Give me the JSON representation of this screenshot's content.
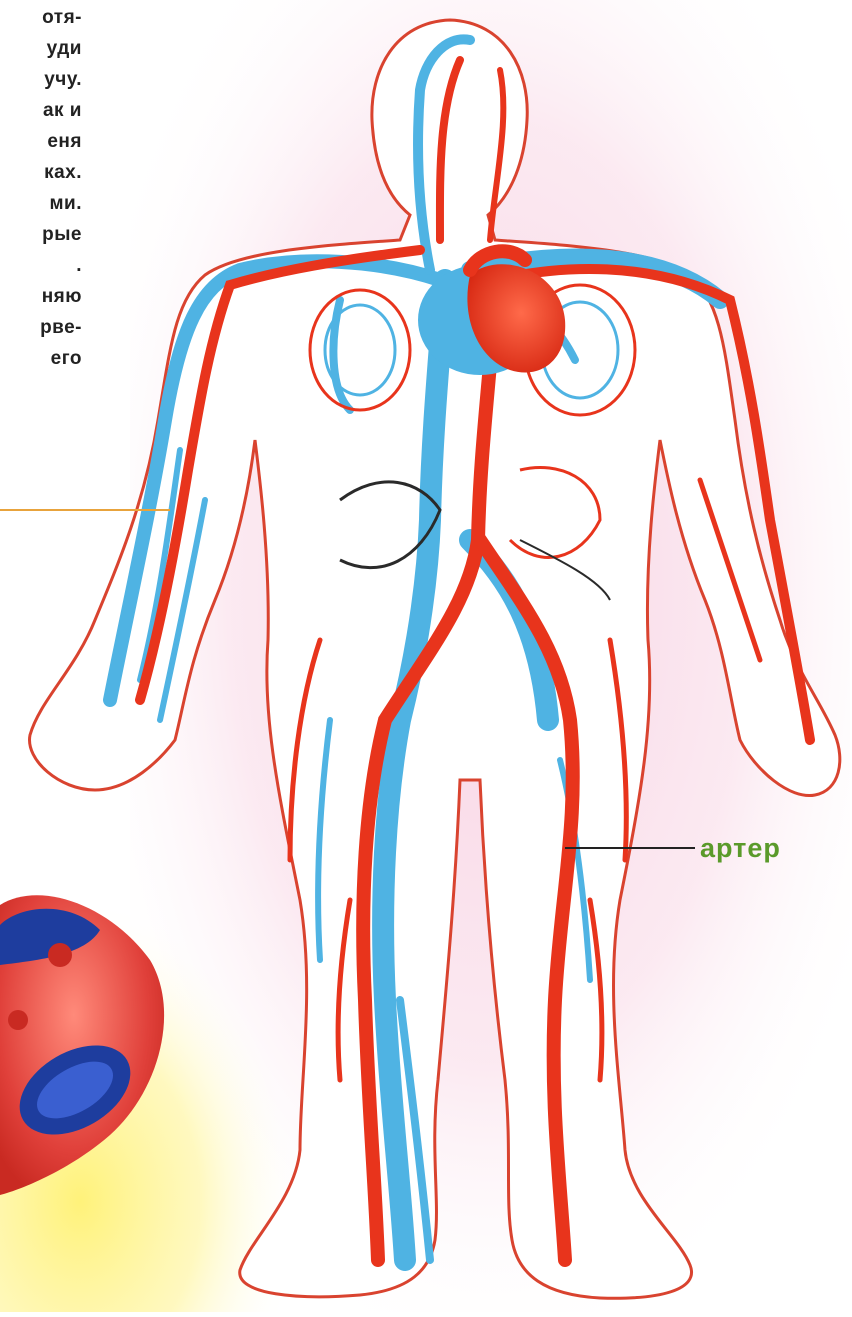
{
  "text_fragment": {
    "lines": [
      "отя-",
      "уди",
      "учу.",
      "ак и",
      "еня",
      "ках.",
      "ми.",
      "рые",
      ".",
      "няю",
      "рве-",
      "его"
    ]
  },
  "labels": {
    "artery": "артер"
  },
  "colors": {
    "artery": "#e8341c",
    "vein": "#4fb3e3",
    "dark_vessel": "#2a2a2a",
    "body_outline": "#d9432f",
    "pink_glow": "#f7cde0",
    "yellow_glow": "#fff27a",
    "blood_cell_red": "#e0403a",
    "blood_cell_blue": "#1e3d9e",
    "label_green": "#5a9a2a",
    "pointer_line": "#e8a33c"
  },
  "icons": [
    "heart-icon",
    "blood-cell-icon",
    "lungs-icon",
    "human-body-icon"
  ]
}
